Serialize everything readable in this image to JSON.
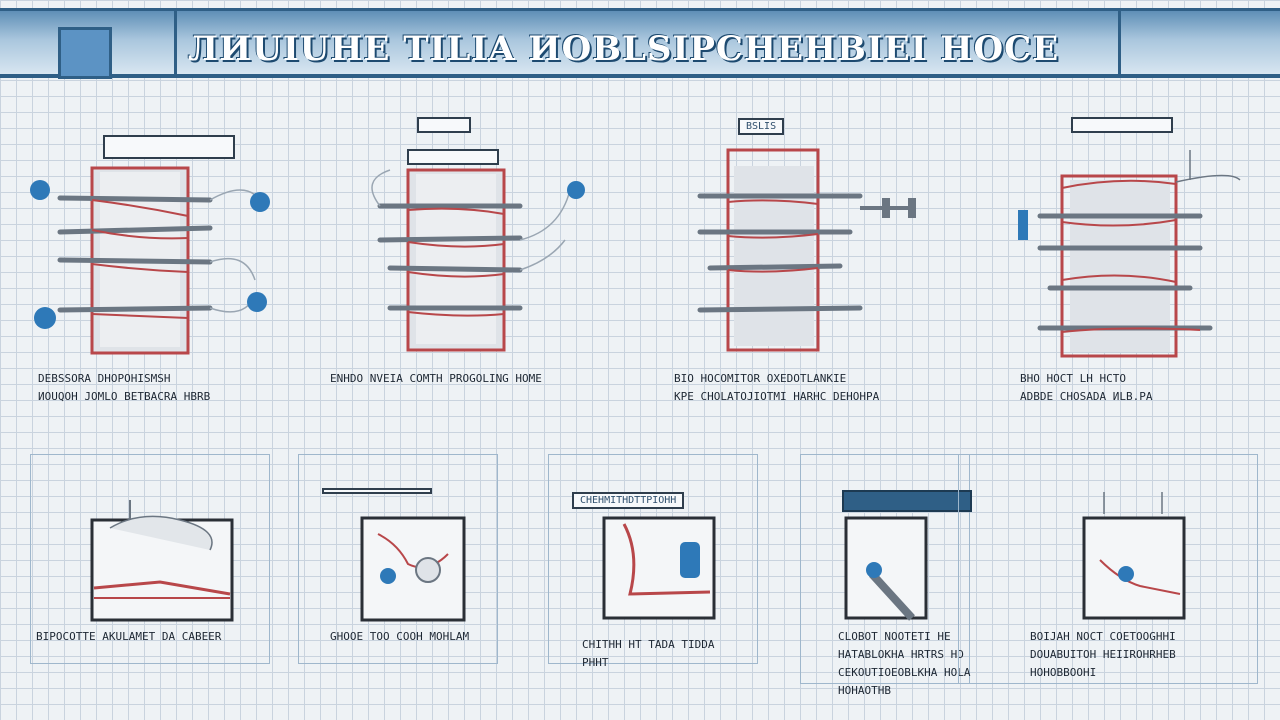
{
  "header": {
    "title": "ЛИUIUHE TILIA ИOBLSIPCHEHBIEI HOCE"
  },
  "towers": [
    {
      "label": "",
      "caption_lines": [
        "DEBSSORA DHOPOHISMSH",
        "ИOUQOH JOMLO BETBACRA HBRB"
      ]
    },
    {
      "label": "",
      "caption_lines": [
        "ENHDO NVEIA COMTH PROGOLING HOME"
      ]
    },
    {
      "label": "BSLIS",
      "caption_lines": [
        "BIO HOCOMITOR OXEDOTLANKIE",
        "KPE CHOLATOJIOTMI HARHC DEHOHPA"
      ]
    },
    {
      "label": "",
      "caption_lines": [
        "BHO HOCT LH HCTO",
        "ADBDE CHOSADA ИLB.PA"
      ]
    }
  ],
  "details": [
    {
      "label": "",
      "caption_lines": [
        "BIPOCOTTE AKULAMEТ DA CABEER"
      ]
    },
    {
      "label": "",
      "caption_lines": [
        "GHOOE TOO COOH MOHLAM"
      ]
    },
    {
      "label": "CHEHMITHDTTPIOHH",
      "caption_lines": [
        "CHITHH HT TADA TIDDA",
        "PHHT"
      ]
    },
    {
      "label": "",
      "caption_lines": [
        "CLOBOT NOOTETI HE",
        "HATABLOKHA HRTRS HD",
        "CEKOUTIOEOBLKHA HOLA",
        "HOHAOTHB"
      ]
    },
    {
      "label": "",
      "caption_lines": [
        "BOIJAH NOCT COETOOGHHI",
        "DOUABUITOH HEIIROHRHEB",
        "HOHOBBOOHI"
      ]
    }
  ],
  "colors": {
    "accent": "#2f5f86",
    "pipe_red": "#b8474a",
    "valve_blue": "#2e79b8",
    "frame": "#2a2f36"
  }
}
